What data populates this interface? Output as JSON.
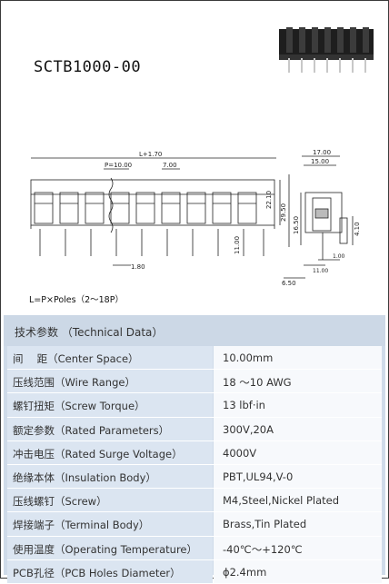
{
  "product": {
    "model": "SCTB1000-00"
  },
  "drawing": {
    "front_labels": [
      "L+1.70",
      "P=10.00",
      "7.00",
      "22.10",
      "29.50",
      "11.00",
      "1.80"
    ],
    "side_labels": [
      "17.00",
      "15.00",
      "16.50",
      "4.10",
      "1.00",
      "11.00",
      "6.50"
    ],
    "note": "L=P×Poles（2～18P）"
  },
  "spec_table": {
    "header": "技术参数 （Technical Data）",
    "rows": [
      {
        "name": "间　 距（Center Space）",
        "value": "10.00mm"
      },
      {
        "name": "压线范围（Wire Range）",
        "value": "18 ～10 AWG"
      },
      {
        "name": "螺钉扭矩（Screw Torque）",
        "value": "13 lbf·in"
      },
      {
        "name": "额定参数（Rated Parameters）",
        "value": "300V,20A"
      },
      {
        "name": "冲击电压（Rated Surge Voltage）",
        "value": "4000V"
      },
      {
        "name": "绝缘本体（Insulation Body）",
        "value": "PBT,UL94,V-0"
      },
      {
        "name": "压线螺钉（Screw）",
        "value": "M4,Steel,Nickel Plated"
      },
      {
        "name": "焊接端子（Terminal Body）",
        "value": "Brass,Tin Plated"
      },
      {
        "name": "使用温度（Operating Temperature）",
        "value": "-40℃～+120℃"
      },
      {
        "name": "PCB孔径（PCB Holes Diameter）",
        "value": "ϕ2.4mm"
      }
    ]
  }
}
